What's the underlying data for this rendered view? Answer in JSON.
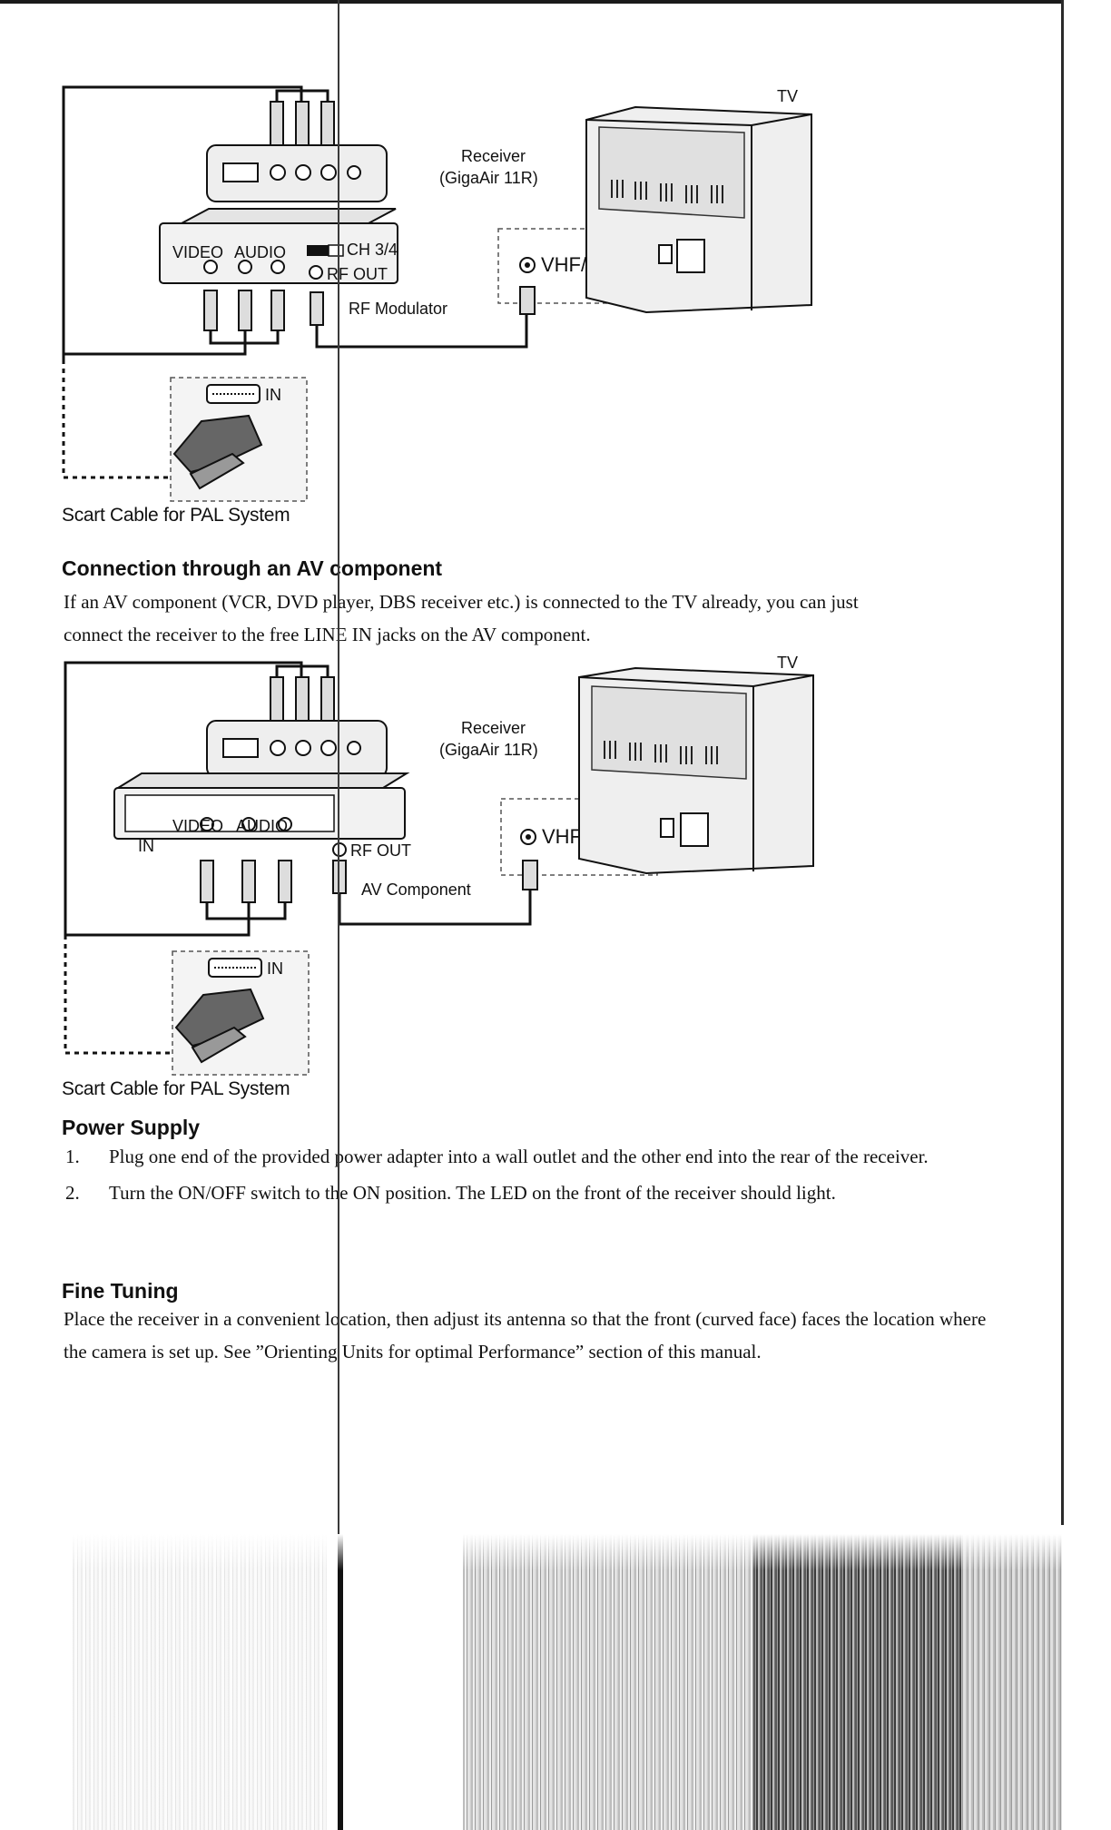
{
  "diagram1": {
    "tv_label": "TV",
    "receiver_label": "Receiver",
    "receiver_model": "(GigaAir 11R)",
    "modulator_video_label": "VIDEO",
    "modulator_audio_label": "AUDIO",
    "channel_label": "CH 3/4",
    "rf_out_label": "RF OUT",
    "vhf_uhf_label": "VHF/UHF",
    "device_label": "RF Modulator",
    "scart_in_label": "IN"
  },
  "caption1": "Scart Cable for PAL System",
  "section_av": {
    "heading": "Connection through an AV component",
    "line1": "If an AV component (VCR, DVD player, DBS receiver etc.) is connected to the TV already, you can just",
    "line2": "connect the receiver to the free LINE IN jacks on the AV component."
  },
  "diagram2": {
    "tv_label": "TV",
    "receiver_label": "Receiver",
    "receiver_model": "(GigaAir 11R)",
    "av_in_label": "IN",
    "av_video_label": "VIDEO",
    "av_audio_label": "AUDIO",
    "rf_out_label": "RF OUT",
    "vhf_uhf_label": "VHF/UHF",
    "device_label": "AV Component",
    "scart_in_label": "IN"
  },
  "caption2": "Scart Cable for PAL System",
  "section_power": {
    "heading": "Power Supply",
    "items": [
      {
        "num": "1.",
        "text": "Plug one end of the provided power adapter into a wall outlet and the other end into the rear of the receiver."
      },
      {
        "num": "2.",
        "text": "Turn the ON/OFF switch to the ON position.    The LED on the front of the receiver should light."
      }
    ]
  },
  "section_tuning": {
    "heading": "Fine Tuning",
    "text": "Place the receiver in a convenient location, then adjust its antenna so that the front (curved face) faces the location where the camera is set up.    See ”Orienting Units for optimal Performance” section of this manual."
  }
}
